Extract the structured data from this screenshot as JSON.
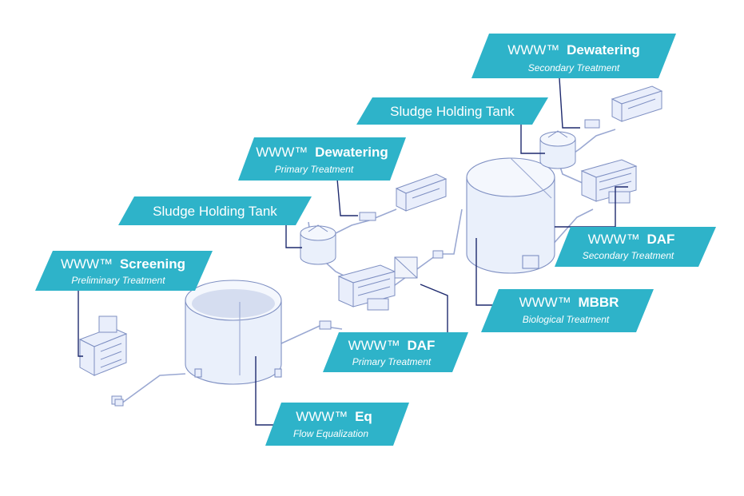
{
  "colors": {
    "label_fill": "#2eb3c9",
    "label_text": "#ffffff",
    "line": "#1e2a6e",
    "equipment_stroke": "#7e8fc2",
    "equipment_fill": "#e9eefb",
    "equipment_shadow": "#c7d2ef"
  },
  "labels": {
    "dewatering_secondary": {
      "brand": "WWW™",
      "name": "Dewatering",
      "sub": "Secondary Treatment"
    },
    "sludge_tank_2": {
      "title": "Sludge Holding Tank"
    },
    "dewatering_primary": {
      "brand": "WWW™",
      "name": "Dewatering",
      "sub": "Primary Treatment"
    },
    "sludge_tank_1": {
      "title": "Sludge Holding Tank"
    },
    "daf_secondary": {
      "brand": "WWW™",
      "name": "DAF",
      "sub": "Secondary Treatment"
    },
    "screening": {
      "brand": "WWW™",
      "name": "Screening",
      "sub": "Preliminary Treatment"
    },
    "mbbr": {
      "brand": "WWW™",
      "name": "MBBR",
      "sub": "Biological Treatment"
    },
    "daf_primary": {
      "brand": "WWW™",
      "name": "DAF",
      "sub": "Primary Treatment"
    },
    "eq": {
      "brand": "WWW™",
      "name": "Eq",
      "sub": "Flow Equalization"
    }
  }
}
